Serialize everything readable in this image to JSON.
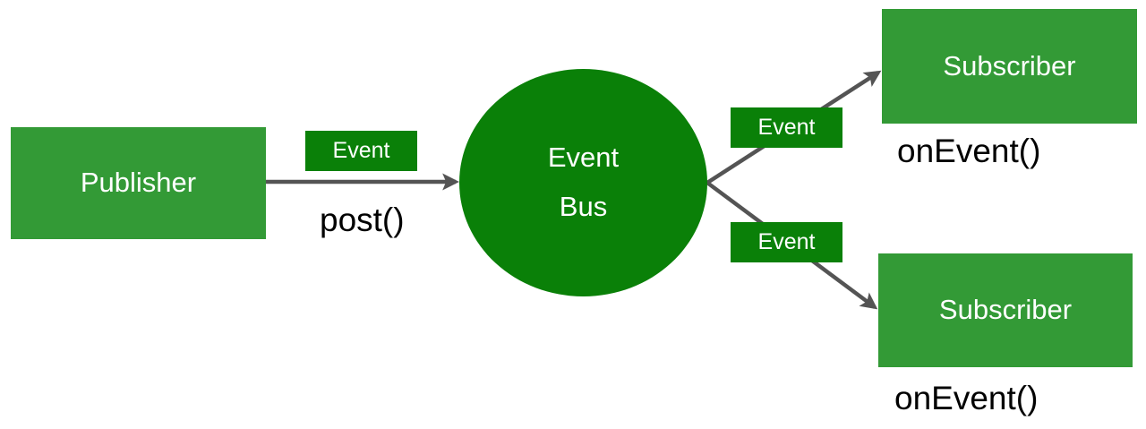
{
  "diagram": {
    "title": "Event Bus publish/subscribe diagram",
    "colors": {
      "node_light_green": "#339a36",
      "node_dark_green": "#0a8008",
      "edge_gray": "#545454",
      "node_text": "#ffffff",
      "caption_text": "#000000",
      "background": "#ffffff"
    },
    "nodes": {
      "publisher": {
        "label": "Publisher",
        "shape": "rectangle"
      },
      "event_bus": {
        "label_line_1": "Event",
        "label_line_2": "Bus",
        "shape": "circle"
      },
      "subscriber_top": {
        "label": "Subscriber",
        "shape": "rectangle"
      },
      "subscriber_bottom": {
        "label": "Subscriber",
        "shape": "rectangle"
      }
    },
    "edge_tags": {
      "post_event": "Event",
      "top_event": "Event",
      "bottom_event": "Event"
    },
    "captions": {
      "post": "post()",
      "on_event_top": "onEvent()",
      "on_event_bottom": "onEvent()"
    },
    "edges": [
      {
        "from": "publisher",
        "to": "event_bus",
        "label": "Event",
        "method": "post()",
        "direction": "right"
      },
      {
        "from": "event_bus",
        "to": "subscriber_top",
        "label": "Event",
        "method": "onEvent()",
        "direction": "up-right"
      },
      {
        "from": "event_bus",
        "to": "subscriber_bottom",
        "label": "Event",
        "method": "onEvent()",
        "direction": "down-right"
      }
    ]
  }
}
